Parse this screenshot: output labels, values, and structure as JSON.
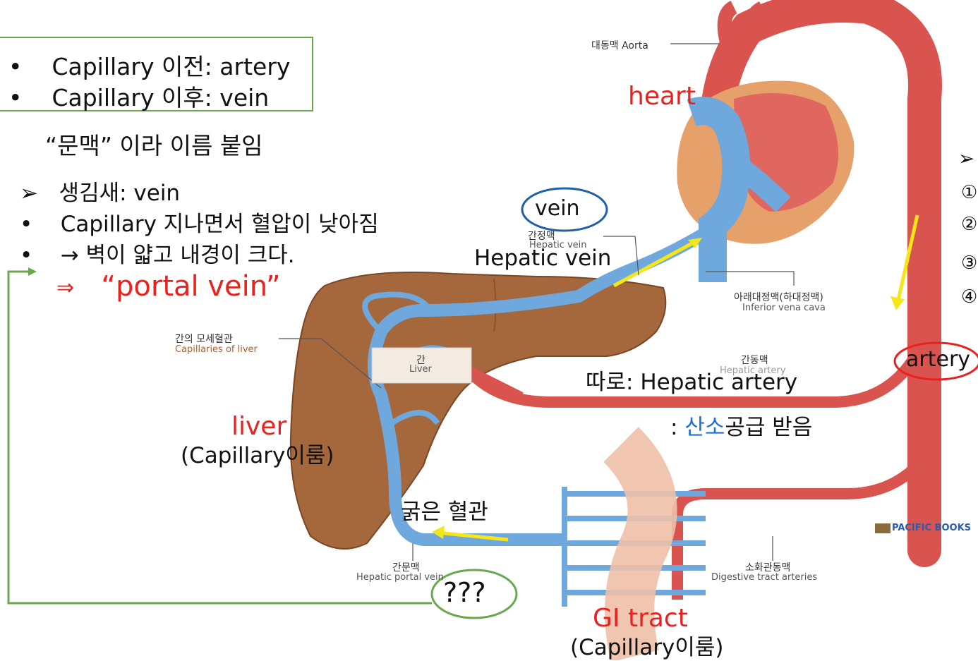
{
  "notes": {
    "line1": "Capillary 이전: artery",
    "line2": "Capillary 이후: vein",
    "named": "“문맥” 이라 이름 붙임",
    "line3": "생김새: vein",
    "line4": "Capillary 지나면서 혈압이 낮아짐",
    "line5": "→ 벽이 얇고 내경이 크다.",
    "arrow_symbol": "⇒",
    "portal": "“portal vein”"
  },
  "right_partial": {
    "bullet": "➢",
    "n1": "①",
    "n2": "②",
    "n3": "③",
    "n4": "④"
  },
  "labels": {
    "aorta_ko": "대동맥 Aorta",
    "heart": "heart",
    "vein_circle": "vein",
    "hepatic_vein_ko": "간정맥",
    "hepatic_vein_en": "Hepatic vein",
    "hepatic_vein_big": "Hepatic vein",
    "ivc_ko": "아래대정맥(하대정맥)",
    "ivc_en": "Inferior vena cava",
    "cap_liver_ko": "간의 모세혈관",
    "cap_liver_en": "Capillaries of liver",
    "liver_ko": "간",
    "liver_en": "Liver",
    "hepatic_artery_ko": "간동맥",
    "hepatic_artery_en": "Hepatic artery",
    "separately": "따로: Hepatic artery",
    "oxygen_prefix": ": ",
    "oxygen_blue": "산소",
    "oxygen_rest": "공급 받음",
    "artery_circle": "artery",
    "liver_red": "liver",
    "liver_cap": "(Capillary이룸)",
    "thick_vessel": "굵은 혈관",
    "portal_ko": "간문맥",
    "portal_en": "Hepatic portal vein",
    "question": "???",
    "gi_tract": "GI tract",
    "gi_cap": "(Capillary이룸)",
    "digest_ko": "소화관동맥",
    "digest_en": "Digestive tract arteries",
    "publisher": "PACIFIC BOOKS"
  },
  "colors": {
    "artery": "#d9534f",
    "vein": "#6fa8dc",
    "liver": "#a0623a",
    "heart_red": "#e06660",
    "arrow_yellow": "#f5e61a",
    "green_box": "#6aa84f"
  }
}
